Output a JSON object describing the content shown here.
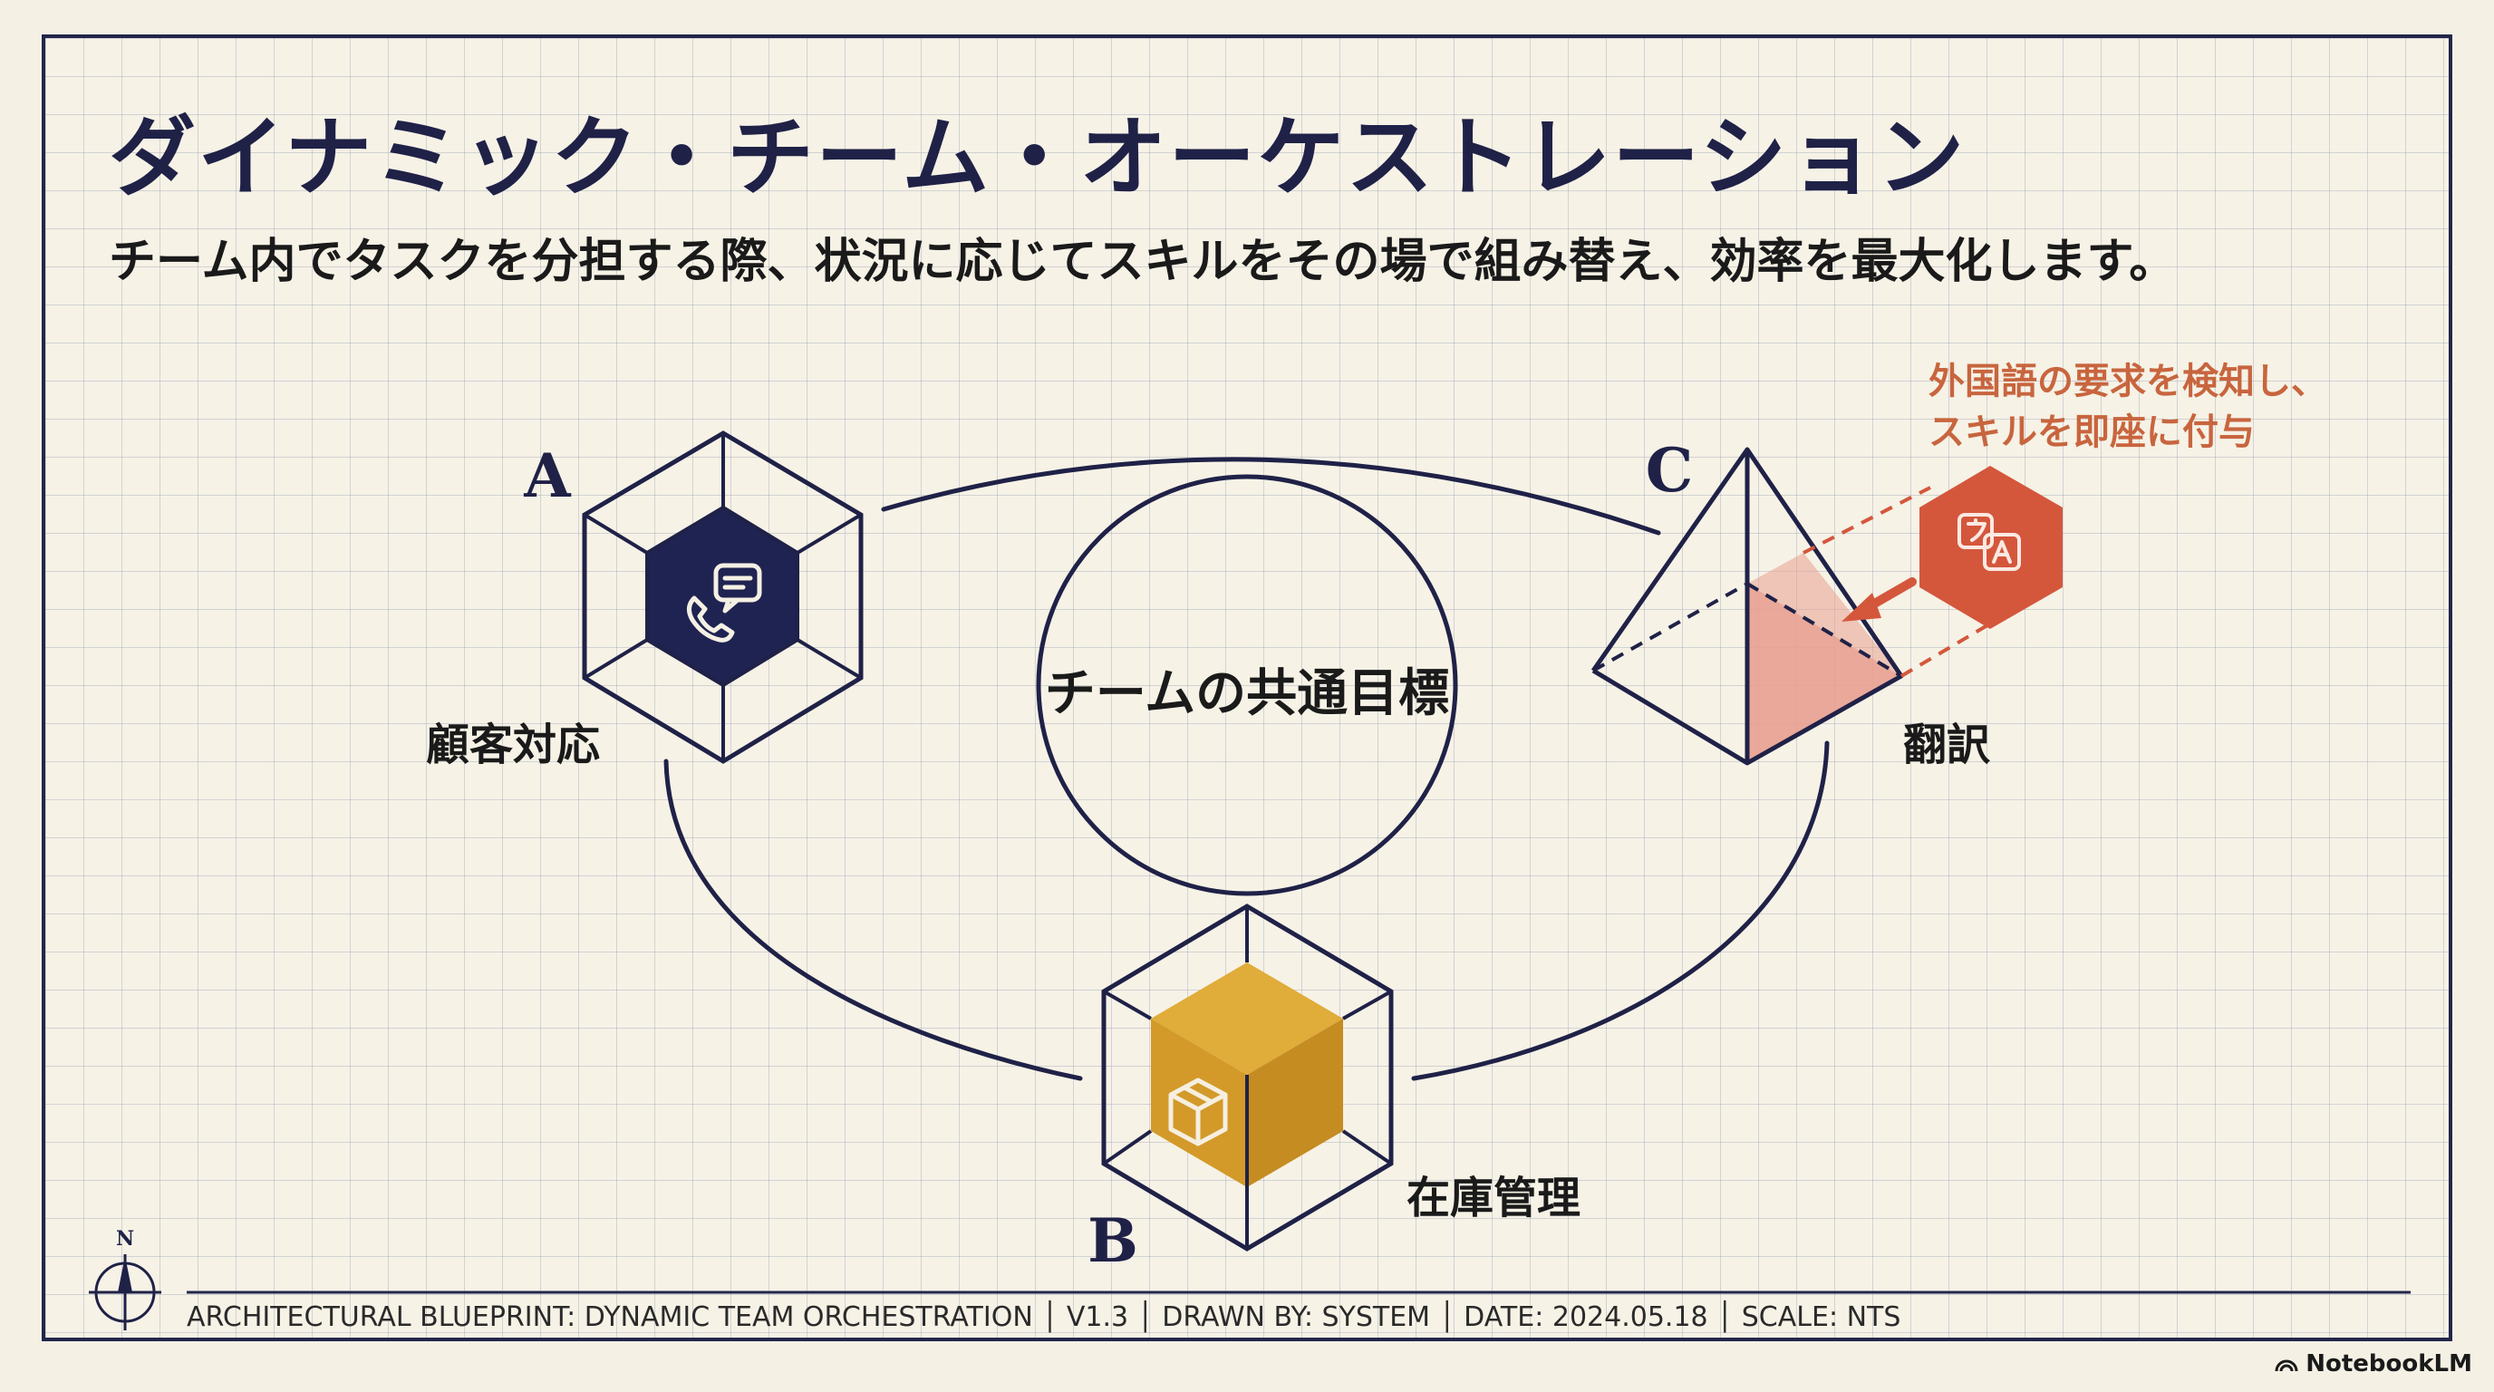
{
  "header": {
    "title": "ダイナミック・チーム・オーケストレーション",
    "subtitle": "チーム内でタスクを分担する際、状況に応じてスキルをその場で組み替え、効率を最大化します。"
  },
  "diagram": {
    "center_label": "チームの共通目標",
    "node_a": {
      "letter": "A",
      "label": "顧客対応",
      "icon": "phone-chat-icon"
    },
    "node_b": {
      "letter": "B",
      "label": "在庫管理",
      "icon": "package-icon"
    },
    "node_c": {
      "letter": "C",
      "label": "翻訳",
      "icon": "translate-icon"
    },
    "annotation": {
      "line1": "外国語の要求を検知し、",
      "line2": "スキルを即座に付与"
    }
  },
  "compass": {
    "north_label": "N",
    "icon": "compass-icon"
  },
  "footer": {
    "text": "ARCHITECTURAL BLUEPRINT: DYNAMIC TEAM ORCHESTRATION │ V1.3 │ DRAWN BY: SYSTEM │ DATE: 2024.05.18 │ SCALE: NTS"
  },
  "brand": {
    "label": "NotebookLM",
    "icon": "notebooklm-logo-icon"
  },
  "colors": {
    "ink": "#23264a",
    "navy_fill": "#1f2352",
    "gold_fill": "#d29a2c",
    "orange_accent": "#d4573c",
    "salmon_fill": "#e8a090",
    "paper": "#f6f2e6"
  }
}
